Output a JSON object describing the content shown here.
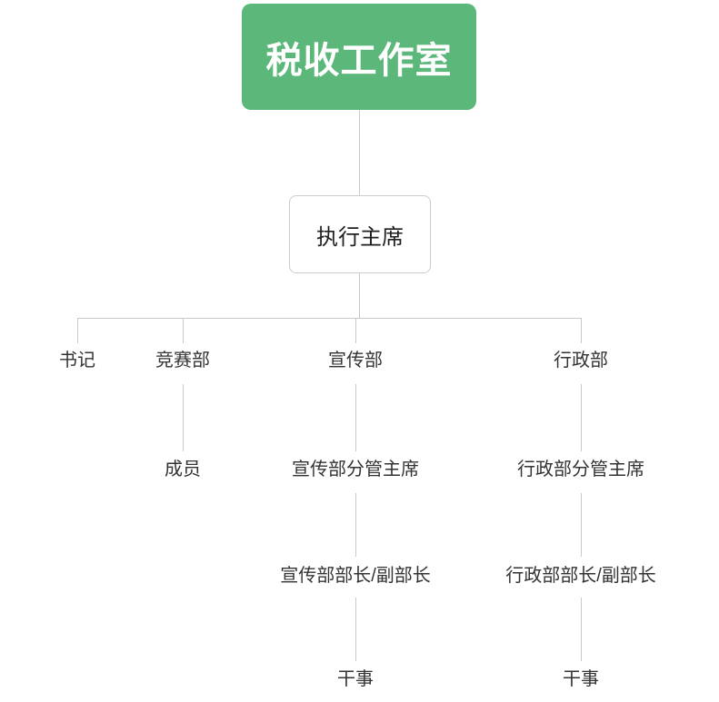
{
  "title": "税收工作室",
  "executive": "执行主席",
  "branches": [
    {
      "label": "书记",
      "children": []
    },
    {
      "label": "竞赛部",
      "children": [
        "成员"
      ]
    },
    {
      "label": "宣传部",
      "children": [
        "宣传部分管主席",
        "宣传部部长/副部长",
        "干事"
      ]
    },
    {
      "label": "行政部",
      "children": [
        "行政部分管主席",
        "行政部部长/副部长",
        "干事"
      ]
    }
  ],
  "colors": {
    "root_bg": "#5cb87a",
    "root_text": "#ffffff",
    "connector": "#c9c9c9",
    "node_border": "#cccccc",
    "label_text": "#333333"
  }
}
